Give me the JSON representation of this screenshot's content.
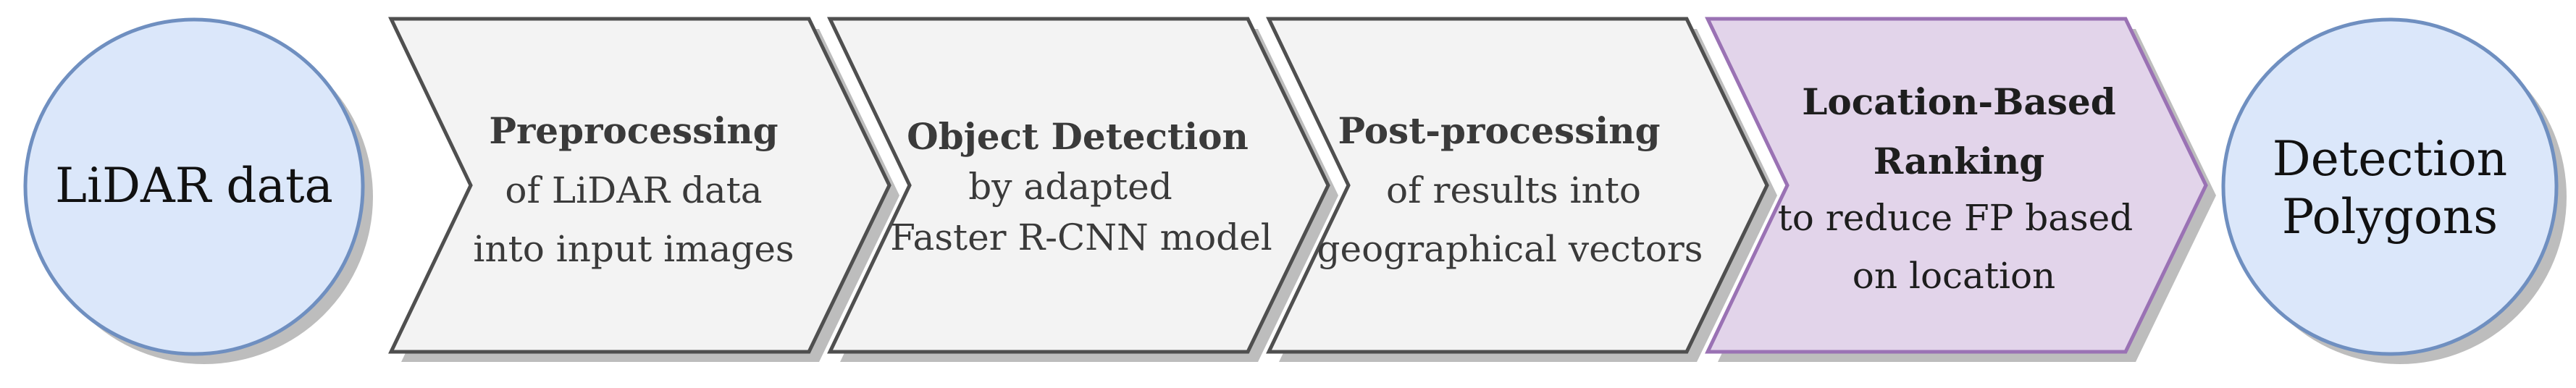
{
  "start_node": {
    "label": "LiDAR data"
  },
  "steps": [
    {
      "title": "Preprocessing",
      "lines": [
        "of LiDAR data",
        "into input images"
      ]
    },
    {
      "title": "Object Detection",
      "lines": [
        "by adapted",
        "Faster R-CNN model"
      ]
    },
    {
      "title": "Post-processing",
      "lines": [
        "of results into",
        "geographical vectors"
      ]
    },
    {
      "title_lines": [
        "Location-Based",
        "Ranking"
      ],
      "lines": [
        "to reduce FP based",
        "on location"
      ]
    }
  ],
  "end_node": {
    "label_lines": [
      "Detection",
      "Polygons"
    ]
  },
  "colors": {
    "circle_fill": "#dbe7fa",
    "circle_stroke": "#6f8fc0",
    "chevron_fill": "#f3f3f3",
    "chevron_stroke": "#4f4f4f",
    "highlight_fill": "#e2d4ea",
    "highlight_stroke": "#9a72b4",
    "shadow": "#bdbdbd",
    "text": "#3a3a3a"
  }
}
